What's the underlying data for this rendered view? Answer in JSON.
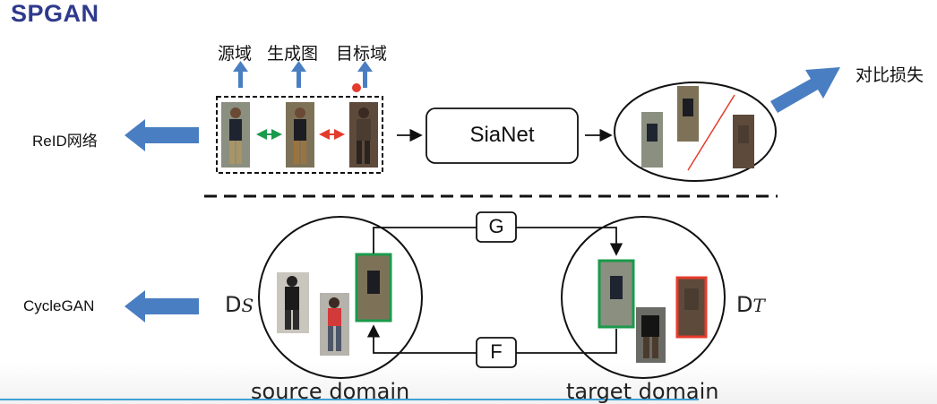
{
  "title": "SPGAN",
  "labels": {
    "source_domain_cn": "源域",
    "generated_cn": "生成图",
    "target_domain_cn": "目标域",
    "contrast_loss_cn": "对比损失",
    "reid_network": "ReID网络",
    "cyclegan": "CycleGAN"
  },
  "nodes": {
    "sianet": "SiaNet",
    "g": "G",
    "f": "F",
    "ds_main": "D",
    "ds_sub": "S",
    "dt_main": "D",
    "dt_sub": "T"
  },
  "domains": {
    "source": "source domain",
    "target": "target domain"
  },
  "colors": {
    "title": "#2f3a8c",
    "arrow_blue": "#4a7ec2",
    "green": "#1a9a4a",
    "red": "#e53b2c"
  }
}
